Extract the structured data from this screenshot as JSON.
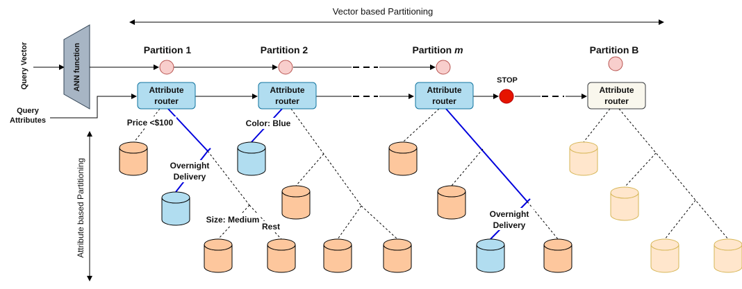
{
  "axes": {
    "horizontal_label": "Vector based Partitioning",
    "vertical_label": "Attribute based Partitioning"
  },
  "inputs": {
    "query_vector": "Query Vector",
    "query_attributes_line1": "Query",
    "query_attributes_line2": "Attributes"
  },
  "ann_function": "ANN function",
  "partitions": [
    {
      "name": "Partition 1",
      "italic_suffix": ""
    },
    {
      "name": "Partition 2",
      "italic_suffix": ""
    },
    {
      "name": "Partition ",
      "italic_suffix": "m"
    },
    {
      "name": "Partition B",
      "italic_suffix": ""
    }
  ],
  "router": {
    "line1": "Attribute",
    "line2": "router"
  },
  "stop_label": "STOP",
  "edge_labels": {
    "price": "Price <$100",
    "color": "Color: Blue",
    "overnight_line1": "Overnight",
    "overnight_line2": "Delivery",
    "size": "Size: Medium",
    "rest": "Rest"
  },
  "colors": {
    "router_active": "#b1ddf0",
    "router_border": "#10739e",
    "router_inactive": "#f9f7ed",
    "router_inactive_border": "#36393d",
    "db_orange": "#fdc79d",
    "db_orange_border": "#000000",
    "db_blue": "#b1ddf0",
    "db_faded": "#ffe6cc",
    "db_faded_border": "#d6b656",
    "query_dot": "#f8cecc",
    "stop_dot": "#e51400",
    "ann_fill": "#a7b5c4",
    "active_path": "#0000dd"
  }
}
